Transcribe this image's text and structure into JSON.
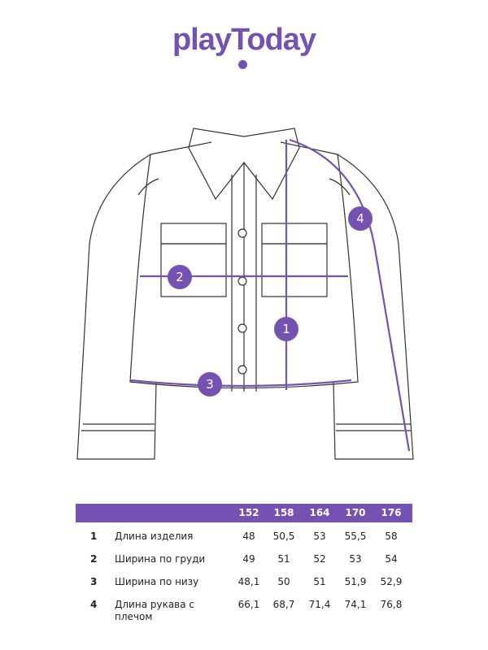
{
  "brand": {
    "logo_text": "playToday",
    "color": "#7552b2"
  },
  "diagram": {
    "markers": [
      "1",
      "2",
      "3",
      "4"
    ]
  },
  "size_table": {
    "sizes": [
      "152",
      "158",
      "164",
      "170",
      "176"
    ],
    "rows": [
      {
        "num": "1",
        "label": "Длина изделия",
        "values": [
          "48",
          "50,5",
          "53",
          "55,5",
          "58"
        ]
      },
      {
        "num": "2",
        "label": "Ширина по груди",
        "values": [
          "49",
          "51",
          "52",
          "53",
          "54"
        ]
      },
      {
        "num": "3",
        "label": "Ширина по низу",
        "values": [
          "48,1",
          "50",
          "51",
          "51,9",
          "52,9"
        ]
      },
      {
        "num": "4",
        "label": "Длина рукава с плечом",
        "values": [
          "66,1",
          "68,7",
          "71,4",
          "74,1",
          "76,8"
        ]
      }
    ]
  }
}
